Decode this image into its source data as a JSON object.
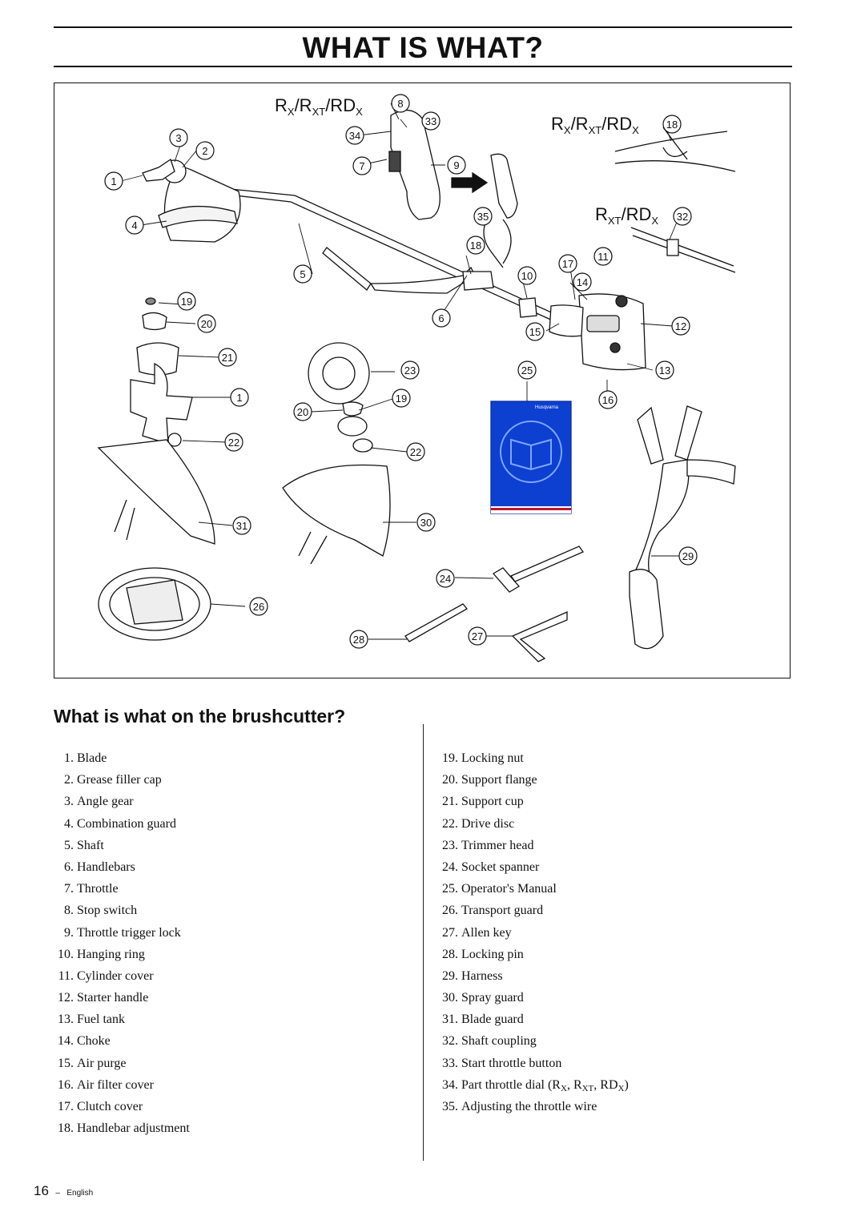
{
  "page": {
    "title": "WHAT IS WHAT?",
    "section_heading": "What is what on the brushcutter?",
    "page_number": "16",
    "footer_separator": "–",
    "language": "English"
  },
  "figure": {
    "model_labels": {
      "main": {
        "r": "R",
        "rx_sub": "X",
        "sep1": "/R",
        "rxt_sub": "XT",
        "sep2": "/RD",
        "rdx_sub": "X"
      },
      "handle": {
        "r": "R",
        "rx_sub": "X",
        "sep1": "/R",
        "rxt_sub": "XT",
        "sep2": "/RD",
        "rdx_sub": "X"
      },
      "coupling": {
        "r": "R",
        "rxt_sub": "XT",
        "sep": "/RD",
        "rdx_sub": "X"
      }
    },
    "manual_brand": "Husqvarna",
    "callouts": [
      "1",
      "2",
      "3",
      "4",
      "5",
      "6",
      "7",
      "8",
      "9",
      "10",
      "11",
      "12",
      "13",
      "14",
      "15",
      "16",
      "17",
      "18",
      "19",
      "20",
      "21",
      "22",
      "23",
      "24",
      "25",
      "26",
      "27",
      "28",
      "29",
      "30",
      "31",
      "32",
      "33",
      "34",
      "35",
      "1",
      "19",
      "20",
      "22"
    ]
  },
  "parts_left": [
    {
      "num": "1.",
      "label": "Blade"
    },
    {
      "num": "2.",
      "label": "Grease filler cap"
    },
    {
      "num": "3.",
      "label": "Angle gear"
    },
    {
      "num": "4.",
      "label": "Combination guard"
    },
    {
      "num": "5.",
      "label": "Shaft"
    },
    {
      "num": "6.",
      "label": "Handlebars"
    },
    {
      "num": "7.",
      "label": "Throttle"
    },
    {
      "num": "8.",
      "label": "Stop switch"
    },
    {
      "num": "9.",
      "label": "Throttle trigger lock"
    },
    {
      "num": "10.",
      "label": "Hanging ring"
    },
    {
      "num": "11.",
      "label": "Cylinder cover"
    },
    {
      "num": "12.",
      "label": "Starter handle"
    },
    {
      "num": "13.",
      "label": "Fuel tank"
    },
    {
      "num": "14.",
      "label": "Choke"
    },
    {
      "num": "15.",
      "label": "Air purge"
    },
    {
      "num": "16.",
      "label": "Air filter cover"
    },
    {
      "num": "17.",
      "label": "Clutch cover"
    },
    {
      "num": "18.",
      "label": "Handlebar adjustment"
    }
  ],
  "parts_right": [
    {
      "num": "19.",
      "label": "Locking nut"
    },
    {
      "num": "20.",
      "label": "Support flange"
    },
    {
      "num": "21.",
      "label": "Support cup"
    },
    {
      "num": "22.",
      "label": "Drive disc"
    },
    {
      "num": "23.",
      "label": "Trimmer head"
    },
    {
      "num": "24.",
      "label": "Socket spanner"
    },
    {
      "num": "25.",
      "label": "Operator's Manual"
    },
    {
      "num": "26.",
      "label": "Transport guard"
    },
    {
      "num": "27.",
      "label": "Allen key"
    },
    {
      "num": "28.",
      "label": "Locking pin"
    },
    {
      "num": "29.",
      "label": "Harness"
    },
    {
      "num": "30.",
      "label": "Spray guard"
    },
    {
      "num": "31.",
      "label": "Blade guard"
    },
    {
      "num": "32.",
      "label": "Shaft coupling"
    },
    {
      "num": "33.",
      "label": "Start throttle button"
    },
    {
      "num": "34.",
      "label": "Part throttle dial (R",
      "sub1": "X",
      "mid1": ", R",
      "sub2": "XT",
      "mid2": ", RD",
      "sub3": "X",
      "tail": ")"
    },
    {
      "num": "35.",
      "label": "Adjusting the throttle wire"
    }
  ]
}
